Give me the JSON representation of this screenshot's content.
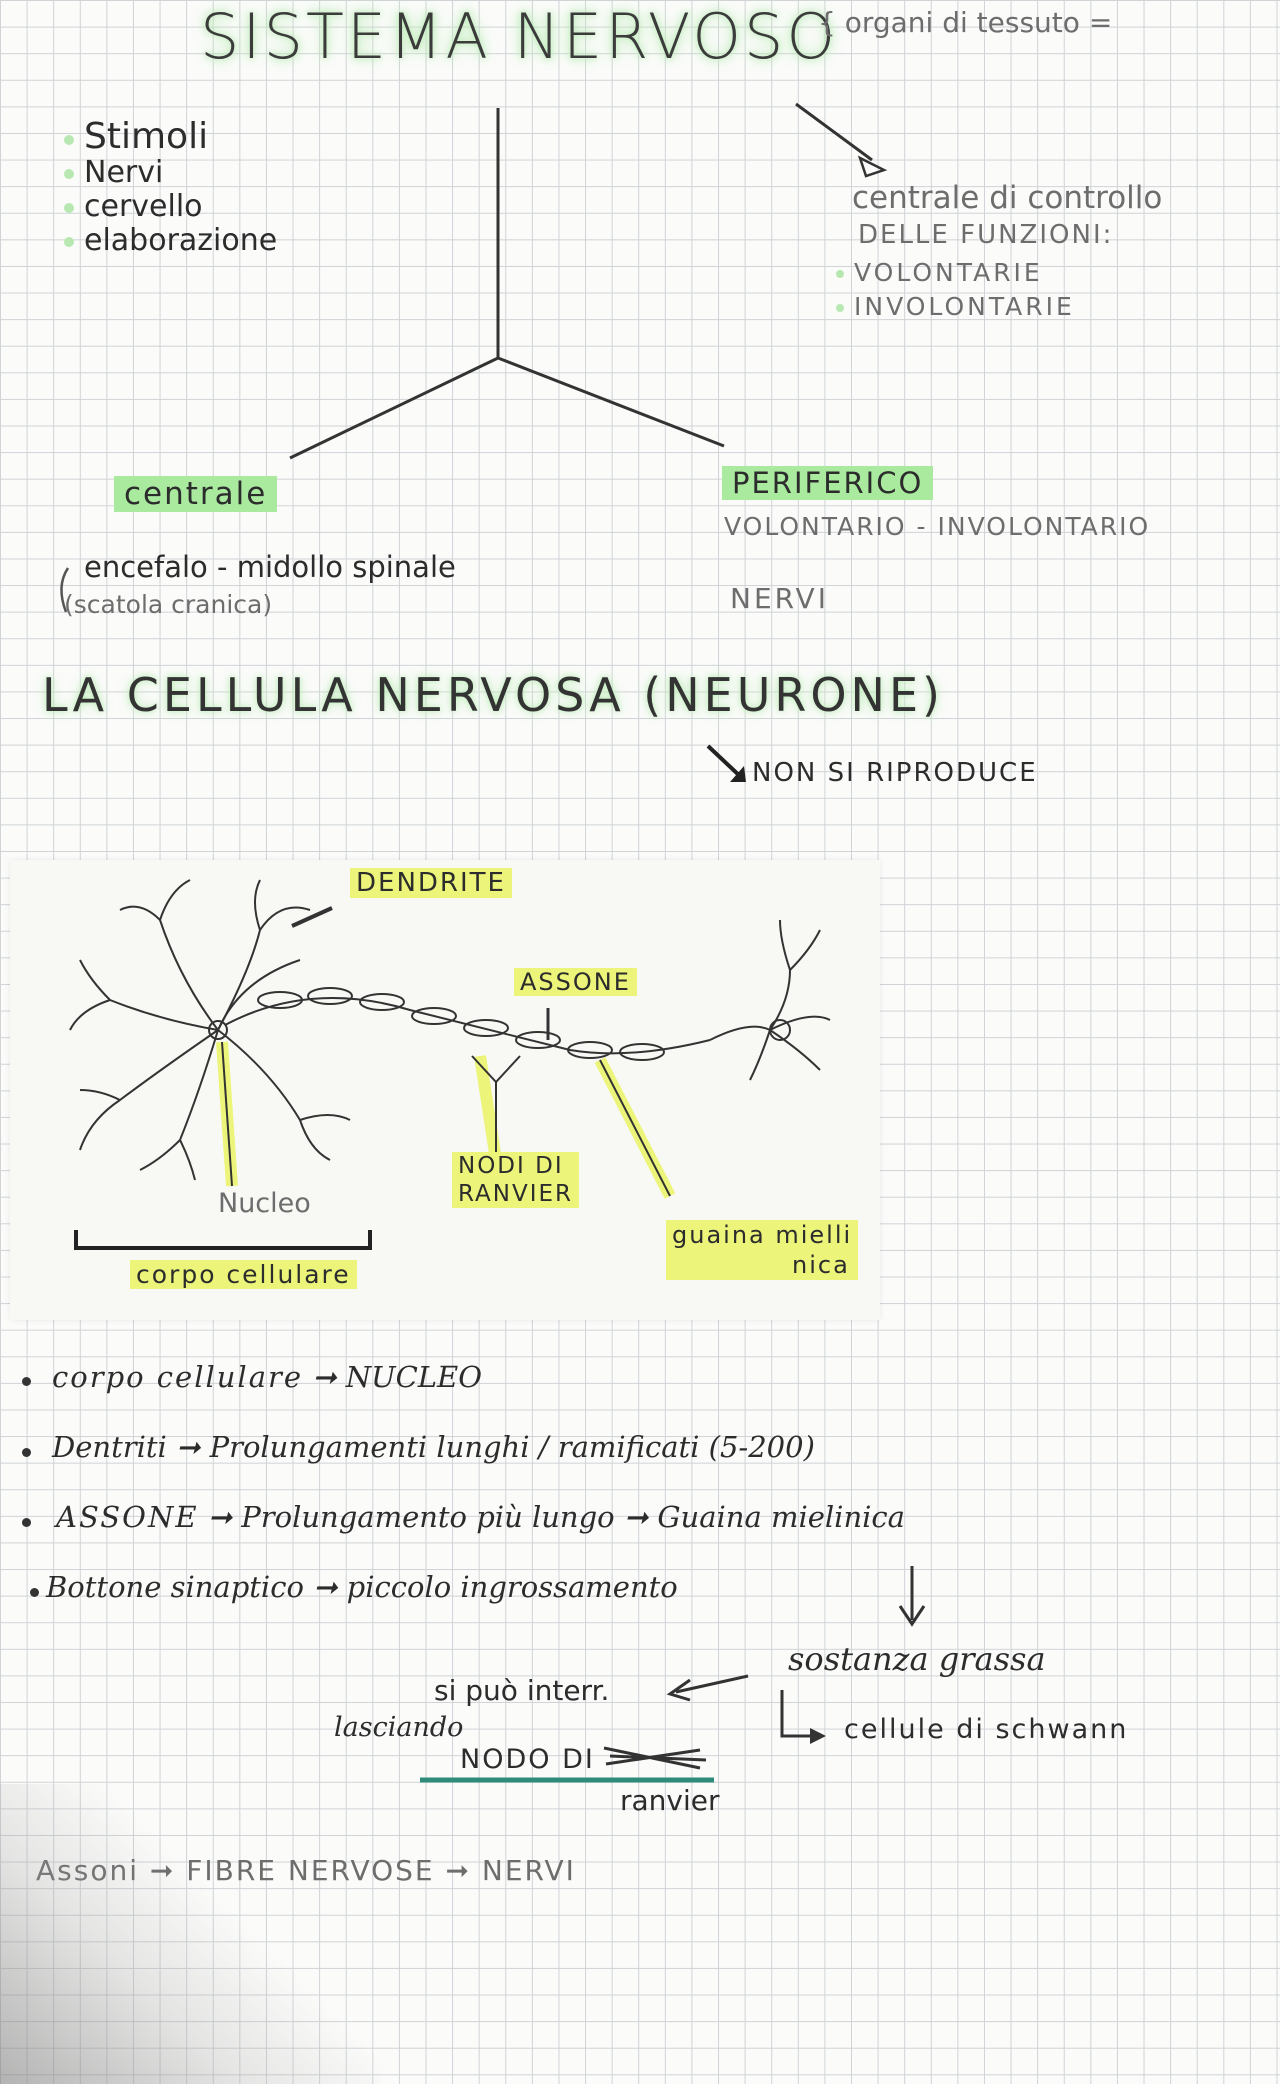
{
  "title": "SISTEMA NERVOSO",
  "title_note": "{ organi di tessuto =",
  "functions": [
    "Stimoli",
    "Nervi",
    "cervello",
    "elaborazione"
  ],
  "control": {
    "heading": "centrale di controllo",
    "sub": "delle funzioni:",
    "items": [
      "volontarie",
      "involontarie"
    ]
  },
  "central": {
    "label": "centrale",
    "desc": "encefalo - midollo spinale",
    "paren": "(scatola cranica)"
  },
  "peripheral": {
    "label": "periferico",
    "desc": "volontario - involontario",
    "nerves": "nervi"
  },
  "cell_title": "LA CELLULA NERVOSA (NEURONE)",
  "no_repro": "non si riproduce",
  "diagram": {
    "dendrite": "dendrite",
    "assone": "ASSONE",
    "nucleo": "Nucleo",
    "nodi1": "nodi di",
    "nodi2": "ranvier",
    "guaina1": "guaina mielli",
    "guaina2": "nica",
    "corpo": "corpo cellulare"
  },
  "list": [
    {
      "term": "corpo cellulare",
      "def": "nucleo"
    },
    {
      "term": "Dentriti",
      "def": "Prolungamenti lunghi / ramificati (5-200)"
    },
    {
      "term": "ASSONE",
      "def": "Prolungamento più lungo",
      "extra": "Guaina mielinica"
    },
    {
      "term": "Bottone sinaptico",
      "def": "piccolo ingrossamento"
    }
  ],
  "sostanza": "sostanza grassa",
  "schwann": "cellule di schwann",
  "interr": "si può interr.",
  "lasciando": "lasciando",
  "nodo": "nodo di",
  "ranvier": "ranvier",
  "chain": {
    "a": "Assoni",
    "b": "FIBRE NERVOSE",
    "c": "NERVI"
  },
  "colors": {
    "highlight_green": "#a9ea9f",
    "highlight_yellow": "#ecf57a",
    "underline_teal": "#2e8b7a"
  }
}
